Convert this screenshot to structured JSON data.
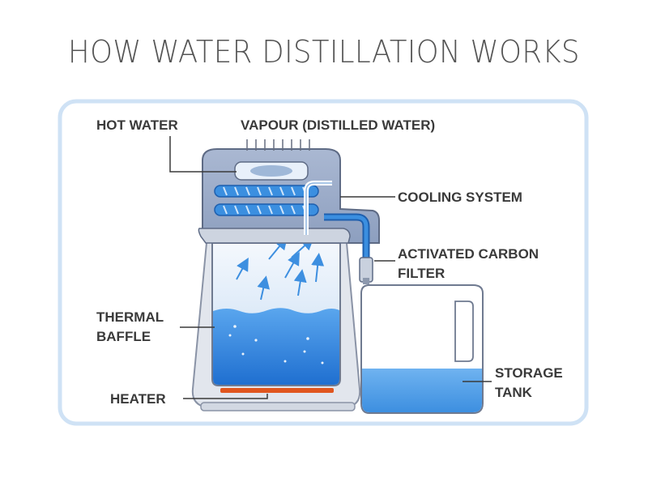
{
  "title": "HOW WATER DISTILLATION WORKS",
  "labels": {
    "hot_water": "HOT WATER",
    "vapour": "VAPOUR (DISTILLED WATER)",
    "cooling_system": "COOLING SYSTEM",
    "carbon_filter_line1": "ACTIVATED CARBON",
    "carbon_filter_line2": "FILTER",
    "thermal_baffle_line1": "THERMAL",
    "thermal_baffle_line2": "BAFFLE",
    "heater": "HEATER",
    "storage_tank_line1": "STORAGE",
    "storage_tank_line2": "TANK"
  },
  "colors": {
    "frame": "#cfe2f5",
    "body": "#e1e5ec",
    "water": "#2e7fd8",
    "heater": "#e0561f",
    "coil": "#3b8fe0"
  }
}
